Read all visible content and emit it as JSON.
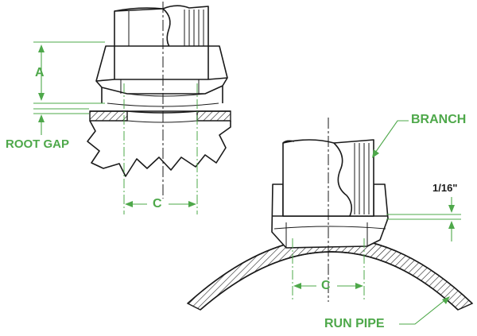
{
  "labels": {
    "dimension_a": "A",
    "root_gap": "ROOT GAP",
    "dimension_c_left": "C",
    "branch": "BRANCH",
    "gap_fraction": "1/16\"",
    "dimension_c_right": "C",
    "run_pipe": "RUN PIPE"
  },
  "colors": {
    "callout": "#4ea84a",
    "linework": "#1a1a1a"
  }
}
